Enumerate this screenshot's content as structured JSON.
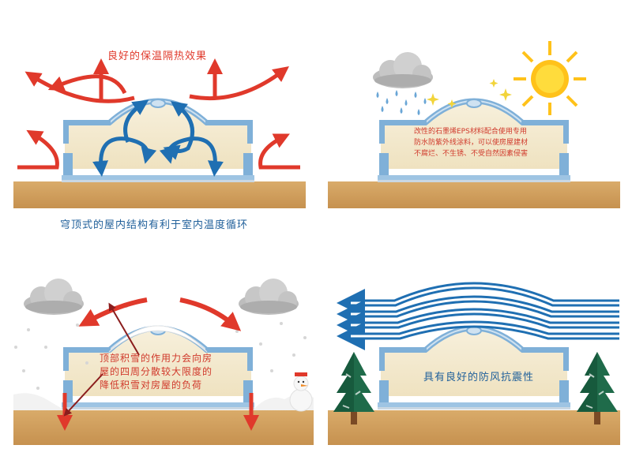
{
  "panels": {
    "insulation": {
      "title": "良好的保温隔热效果"
    },
    "circulation": {
      "caption": "穹顶式的屋内结构有利于室内温度循环"
    },
    "material": {
      "text": "改性的石墨烯EPS材料配合使用专用防水防紫外线涂料，可以使房屋建材不腐烂、不生锈、不受自然因素侵害"
    },
    "snow": {
      "text": "顶部积雪的作用力会向房屋的四周分散较大限度的降低积雪对房屋的负荷"
    },
    "wind": {
      "text": "具有良好的防风抗震性"
    }
  },
  "colors": {
    "ground": "#c99a5b",
    "wall": "#f5ecd2",
    "frame": "#7fb0d8",
    "red_arrow": "#e0392b",
    "blue_arrow": "#1f6fb2",
    "text_red": "#e0392b",
    "text_blue": "#1f5f9a"
  },
  "icons": [
    "cloud-icon",
    "rain-cloud-icon",
    "sun-icon",
    "snowman-icon",
    "tree-icon",
    "sparkle-icon"
  ]
}
